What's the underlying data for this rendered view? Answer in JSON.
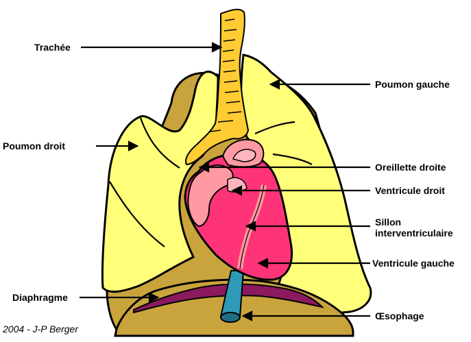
{
  "labels": {
    "trachea": "Trachée",
    "left_lung": "Poumon gauche",
    "right_lung": "Poumon droit",
    "right_atrium": "Oreillette droite",
    "right_ventricle": "Ventricule droit",
    "sulcus_line1": "Sillon",
    "sulcus_line2": "interventriculaire",
    "left_ventricle": "Ventricule gauche",
    "diaphragm": "Diaphragme",
    "esophagus": "Œsophage"
  },
  "credit": "2004 - J-P Berger",
  "colors": {
    "lung": "#ffff7a",
    "mediastinum": "#c9a43c",
    "trachea": "#ffcc33",
    "heart": "#ff3377",
    "atrium": "#ff9aa2",
    "diaphragm": "#8b1a5e",
    "esophagus": "#2f9ab8",
    "outline": "#000000"
  }
}
